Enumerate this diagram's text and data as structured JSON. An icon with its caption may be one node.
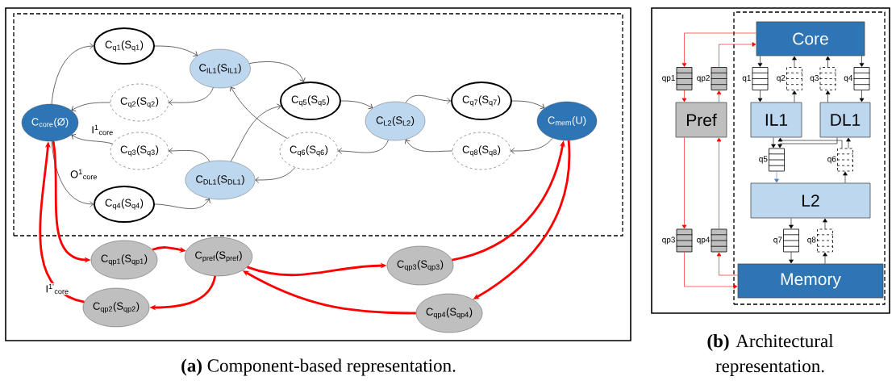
{
  "diagram": {
    "nodes": [
      {
        "text": [],
        "shape": "box"
      },
      {
        "text": [],
        "shape": "box",
        "in": 0
      },
      {
        "text": [
          "C$_{core}$(Ø)"
        ],
        "in": 1
      },
      {
        "text": [
          "C$_{q1}$(S$_{q1}$)"
        ],
        "in": 1
      },
      {
        "text": [
          "C$_{q2}$(S$_{q2}$)"
        ],
        "in": 1
      },
      {
        "text": [
          "C$_{q3}$(S$_{q3}$)"
        ],
        "in": 1
      },
      {
        "text": [
          "C$_{q4}$(S$_{q4}$)"
        ],
        "in": 1
      },
      {
        "text": [
          "C$_{IL1}$(S$_{IL1}$)"
        ],
        "in": 1
      },
      {
        "text": [
          "C$_{DL1}$(S$_{DL1}$)"
        ],
        "in": 1
      },
      {
        "text": [
          "C$_{q5}$(S$_{q5}$)"
        ],
        "in": 1
      },
      {
        "text": [
          "C$_{q6}$(S$_{q6}$)"
        ],
        "in": 1
      },
      {
        "text": [
          "C$_{L2}$(S$_{L2}$)"
        ],
        "in": 1
      },
      {
        "text": [
          "C$_{q7}$(S$_{q7}$)"
        ],
        "in": 1
      },
      {
        "text": [
          "C$_{q8}$(S$_{q8}$)"
        ],
        "in": 1
      },
      {
        "text": [
          "C$_{mem}$(U)"
        ],
        "in": 1
      },
      {
        "text": [
          "C$_{qp1}$(S$_{qp1}$)"
        ],
        "in": 0
      },
      {
        "text": [
          "C$_{qp2}$(S$_{qp2}$)"
        ],
        "in": 0
      },
      {
        "text": [
          "C$_{pref}$(S$_{pref}$)"
        ],
        "in": 0
      },
      {
        "text": [
          "C$_{qp3}$(S$_{qp3}$)"
        ],
        "in": 0
      },
      {
        "text": [
          "C$_{qp4}$(S$_{qp4}$)"
        ],
        "in": 0
      },
      {
        "text": [],
        "shape": "box"
      },
      {
        "text": [],
        "shape": "box",
        "in": 20
      },
      {
        "text": [
          "Core"
        ],
        "in": 21
      },
      {
        "text": [],
        "shape": "box",
        "beside": [
          "q1"
        ],
        "in": 21
      },
      {
        "text": [],
        "shape": "box",
        "beside": [
          "q2"
        ],
        "in": 21
      },
      {
        "text": [],
        "shape": "box",
        "beside": [
          "q3"
        ],
        "in": 21
      },
      {
        "text": [],
        "shape": "box",
        "beside": [
          "q4"
        ],
        "in": 21
      },
      {
        "text": [
          "IL1"
        ],
        "in": 21
      },
      {
        "text": [
          "DL1"
        ],
        "in": 21
      },
      {
        "text": [],
        "shape": "box",
        "beside": [
          "q5"
        ],
        "in": 21
      },
      {
        "text": [],
        "shape": "box",
        "beside": [
          "q6"
        ],
        "in": 21
      },
      {
        "text": [
          "L2"
        ],
        "in": 21
      },
      {
        "text": [],
        "shape": "box",
        "beside": [
          "q7"
        ],
        "in": 21
      },
      {
        "text": [],
        "shape": "box",
        "beside": [
          "q8"
        ],
        "in": 21
      },
      {
        "text": [
          "Memory"
        ],
        "in": 21
      },
      {
        "text": [],
        "shape": "box",
        "beside": [
          "qp1"
        ],
        "in": 20
      },
      {
        "text": [],
        "shape": "box",
        "beside": [
          "qp2"
        ],
        "in": 20
      },
      {
        "text": [
          "Pref"
        ],
        "in": 20
      },
      {
        "text": [],
        "shape": "box",
        "beside": [
          "qp3"
        ],
        "in": 20
      },
      {
        "text": [],
        "shape": "box",
        "beside": [
          "qp4"
        ],
        "in": 20
      }
    ],
    "edges": [
      {
        "from": 2,
        "to": 3,
        "arrow": "to"
      },
      {
        "from": 3,
        "to": 7,
        "arrow": "to"
      },
      {
        "from": 7,
        "to": 4,
        "arrow": "to"
      },
      {
        "from": 4,
        "to": 2,
        "arrow": "to"
      },
      {
        "from": 5,
        "to": 2,
        "arrow": "to",
        "label": "I$^{1}$$_{core}$"
      },
      {
        "from": 8,
        "to": 5,
        "arrow": "to"
      },
      {
        "from": 2,
        "to": 6,
        "arrow": "to",
        "label": "O$^{1}$$_{core}$"
      },
      {
        "from": 6,
        "to": 8,
        "arrow": "to"
      },
      {
        "from": 7,
        "to": 9,
        "arrow": "to"
      },
      {
        "from": 8,
        "to": 9,
        "arrow": "to"
      },
      {
        "from": 10,
        "to": 7,
        "arrow": "to"
      },
      {
        "from": 10,
        "to": 8,
        "arrow": "to"
      },
      {
        "from": 9,
        "to": 11,
        "arrow": "to"
      },
      {
        "from": 11,
        "to": 10,
        "arrow": "to"
      },
      {
        "from": 11,
        "to": 12,
        "arrow": "to"
      },
      {
        "from": 12,
        "to": 14,
        "arrow": "to"
      },
      {
        "from": 14,
        "to": 13,
        "arrow": "to"
      },
      {
        "from": 13,
        "to": 11,
        "arrow": "to"
      },
      {
        "from": 2,
        "to": 15,
        "arrow": "to",
        "style": "thick",
        "color": "#ff0000"
      },
      {
        "from": 15,
        "to": 17,
        "arrow": "to",
        "style": "thick",
        "color": "#ff0000"
      },
      {
        "from": 17,
        "to": 16,
        "arrow": "to",
        "style": "thick",
        "color": "#ff0000"
      },
      {
        "from": 16,
        "to": 2,
        "arrow": "to",
        "style": "thick",
        "color": "#ff0000",
        "label": "I$^{1'}$$_{core}$"
      },
      {
        "from": 17,
        "to": 18,
        "arrow": "to",
        "style": "thick",
        "color": "#ff0000"
      },
      {
        "from": 18,
        "to": 14,
        "arrow": "to",
        "style": "thick",
        "color": "#ff0000"
      },
      {
        "from": 14,
        "to": 19,
        "arrow": "to",
        "style": "thick",
        "color": "#ff0000"
      },
      {
        "from": 19,
        "to": 17,
        "arrow": "to",
        "style": "thick",
        "color": "#ff0000"
      },
      {
        "from": 22,
        "to": 23,
        "arrow": "to"
      },
      {
        "from": 23,
        "to": 27,
        "arrow": "to"
      },
      {
        "from": 27,
        "to": 24,
        "arrow": "to"
      },
      {
        "from": 24,
        "to": 22,
        "arrow": "to"
      },
      {
        "from": 28,
        "to": 25,
        "arrow": "to"
      },
      {
        "from": 25,
        "to": 22,
        "arrow": "to"
      },
      {
        "from": 22,
        "to": 26,
        "arrow": "to"
      },
      {
        "from": 26,
        "to": 28,
        "arrow": "to"
      },
      {
        "from": 27,
        "to": 29,
        "arrow": "to"
      },
      {
        "from": 28,
        "to": 29,
        "arrow": "to"
      },
      {
        "from": 30,
        "to": 27,
        "arrow": "to"
      },
      {
        "from": 30,
        "to": 28,
        "arrow": "to"
      },
      {
        "from": 29,
        "to": 31,
        "arrow": "to",
        "color": "#4f81bd"
      },
      {
        "from": 31,
        "to": 30,
        "arrow": "to"
      },
      {
        "from": 31,
        "to": 32,
        "arrow": "to"
      },
      {
        "from": 32,
        "to": 34,
        "arrow": "to"
      },
      {
        "from": 34,
        "to": 33,
        "arrow": "to"
      },
      {
        "from": 33,
        "to": 31,
        "arrow": "to"
      },
      {
        "from": 22,
        "to": 35,
        "arrow": "to",
        "color": "#ff0000"
      },
      {
        "from": 35,
        "to": 37,
        "arrow": "to",
        "color": "#ff0000"
      },
      {
        "from": 37,
        "to": 36,
        "arrow": "to",
        "color": "#ff0000"
      },
      {
        "from": 36,
        "to": 22,
        "arrow": "to",
        "color": "#ff0000"
      },
      {
        "from": 37,
        "to": 38,
        "arrow": "to",
        "color": "#ff0000"
      },
      {
        "from": 38,
        "to": 34,
        "arrow": "to",
        "color": "#ff0000"
      },
      {
        "from": 34,
        "to": 39,
        "arrow": "to",
        "color": "#ff0000"
      },
      {
        "from": 39,
        "to": 37,
        "arrow": "to",
        "color": "#ff0000"
      }
    ],
    "labels": [
      "**(a)** Component-based representation.",
      "**(b)** Architectural representation."
    ]
  }
}
